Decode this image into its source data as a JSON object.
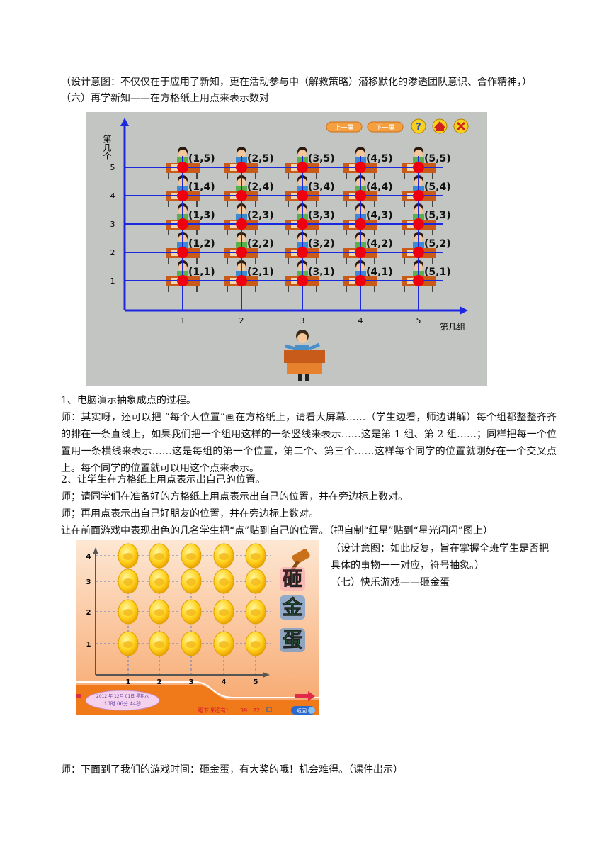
{
  "intent_note": "（设计意图：不仅仅在于应用了新知，更在活动参与中（解救策略）潜移默化的渗透团队意识、合作精神，）",
  "section6_title": "（六）再学新知——在方格纸上用点来表示数对",
  "figure1": {
    "nav_prev": "上一屏",
    "nav_next": "下一屏",
    "y_axis_label": "第几个",
    "x_axis_label": "第几组",
    "x_ticks": [
      "1",
      "2",
      "3",
      "4",
      "5"
    ],
    "y_ticks": [
      "1",
      "2",
      "3",
      "4",
      "5"
    ],
    "pair_labels": [
      [
        "(1,1)",
        "(2,1)",
        "(3,1)",
        "(4,1)",
        "(5,1)"
      ],
      [
        "(1,2)",
        "(2,2)",
        "(3,2)",
        "(4,2)",
        "(5,2)"
      ],
      [
        "(1,3)",
        "(2,3)",
        "(3,3)",
        "(4,3)",
        "(5,3)"
      ],
      [
        "(1,4)",
        "(2,4)",
        "(3,4)",
        "(4,4)",
        "(5,4)"
      ],
      [
        "(1,5)",
        "(2,5)",
        "(3,5)",
        "(4,5)",
        "(5,5)"
      ]
    ],
    "colors": {
      "grid": "#1c28e0",
      "dot": "#ee0010",
      "axis": "#1c28e0",
      "bg": "#c3c5c3"
    }
  },
  "step1_title": "1、电脑演示抽象成点的过程。",
  "step1_body": "师：其实呀，还可以把 “每个人位置”画在方格纸上，请看大屏幕……（学生边看，师边讲解）每个组都整整齐齐的排在一条直线上，如果我们把一个组用这样的一条竖线来表示……这是第 1 组、第 2 组……；同样把每一个位置用一条横线来表示……这是每组的第一个位置，第二个、第三个……这样每个同学的位置就刚好在一个交叉点上。每个同学的位置就可以用这个点来表示。",
  "step2_title": "2、让学生在方格纸上用点表示出自己的位置。",
  "line_a": "师；请同学们在准备好的方格纸上用点表示出自己的位置，并在旁边标上数对。",
  "line_b": "师；再用点表示出自己好朋友的位置，并在旁边标上数对。",
  "line_c": "让在前面游戏中表现出色的几名学生把“点”贴到自己的位置。（把自制“红星”贴到“星光闪闪”图上）",
  "intent2": "（设计意图：如此反复，旨在掌握全班学生是否把具体的事物一一对应，符号抽象。）",
  "section7_title": "（七）快乐游戏——砸金蛋",
  "figure2": {
    "x_ticks": [
      "1",
      "2",
      "3",
      "4",
      "5"
    ],
    "y_ticks": [
      "1",
      "2",
      "3",
      "4"
    ],
    "title_chars": [
      "砸",
      "金",
      "蛋"
    ],
    "date_line": "2012 年 12月 01日  星期六",
    "time_line": "18时 06分 44秒",
    "countdown_label": "距下课还有：",
    "countdown_value": "39 : 22",
    "return_label": "返回",
    "colors": {
      "bg_top": "#fce2cc",
      "bg_bottom": "#f59a5a",
      "egg": "#ffd21c",
      "title_red": "#d8142c",
      "title_green": "#12a040"
    }
  },
  "closing": "师：下面到了我们的游戏时间：砸金蛋，有大奖的哦！机会难得。（课件出示）"
}
